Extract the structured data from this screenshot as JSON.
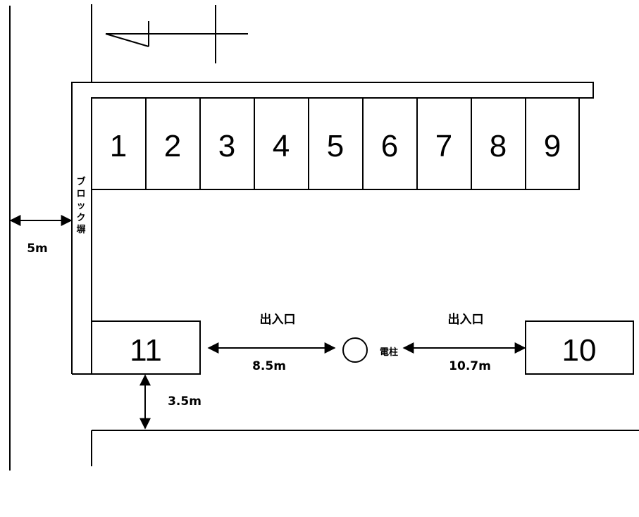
{
  "spaces_top": [
    "1",
    "2",
    "3",
    "4",
    "5",
    "6",
    "7",
    "8",
    "9"
  ],
  "space_left": "11",
  "space_right": "10",
  "wall_label_chars": [
    "ブ",
    "ロ",
    "ッ",
    "ク",
    "塀"
  ],
  "entrance_left_label": "出入口",
  "entrance_right_label": "出入口",
  "pole_label": "電柱",
  "dim_road_left": "5m",
  "dim_entrance_left": "8.5m",
  "dim_entrance_right": "10.7m",
  "dim_road_bottom": "3.5m"
}
